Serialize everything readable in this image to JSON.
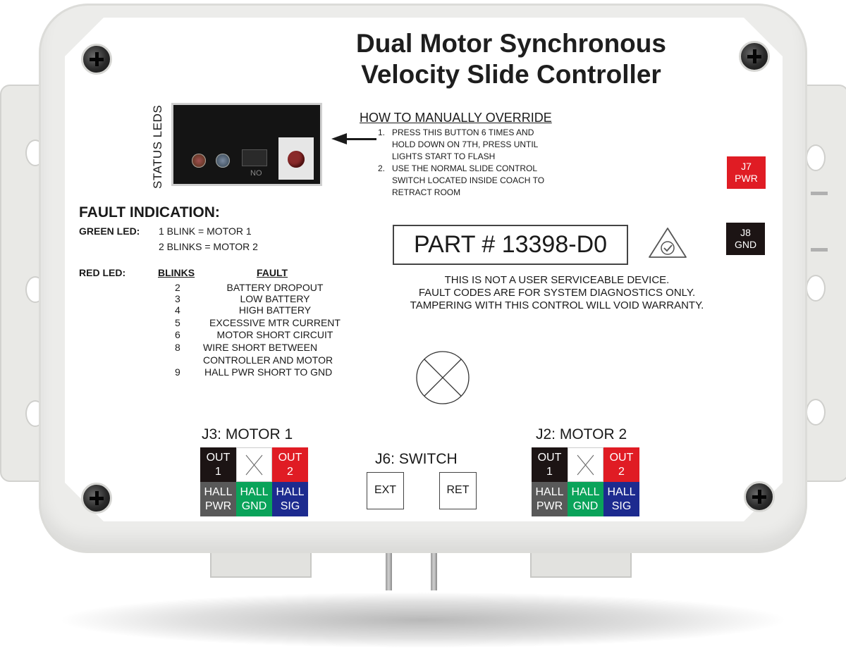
{
  "device": {
    "title_line1": "Dual Motor Synchronous",
    "title_line2": "Velocity Slide Controller",
    "status_leds_label": "STATUS LEDS",
    "board_mark": "NO"
  },
  "override": {
    "heading": "HOW TO MANUALLY OVERRIDE",
    "steps": [
      {
        "num": "1.",
        "lines": [
          "PRESS THIS BUTTON 6 TIMES AND",
          "HOLD DOWN ON 7TH, PRESS UNTIL",
          "LIGHTS START TO FLASH"
        ]
      },
      {
        "num": "2.",
        "lines": [
          "USE THE NORMAL SLIDE CONTROL",
          "SWITCH LOCATED INSIDE COACH TO",
          "RETRACT ROOM"
        ]
      }
    ]
  },
  "fault": {
    "heading": "FAULT INDICATION:",
    "green_label": "GREEN LED:",
    "green_items": [
      "1 BLINK = MOTOR 1",
      "2 BLINKS = MOTOR 2"
    ],
    "red_label": "RED LED:",
    "col_blinks": "BLINKS",
    "col_fault": "FAULT",
    "rows": [
      {
        "blinks": "2",
        "fault": "BATTERY DROPOUT"
      },
      {
        "blinks": "3",
        "fault": "LOW BATTERY"
      },
      {
        "blinks": "4",
        "fault": "HIGH BATTERY"
      },
      {
        "blinks": "5",
        "fault": "EXCESSIVE MTR CURRENT"
      },
      {
        "blinks": "6",
        "fault": "MOTOR SHORT CIRCUIT"
      },
      {
        "blinks": "8",
        "fault": "WIRE SHORT BETWEEN"
      },
      {
        "blinks": "",
        "fault": "CONTROLLER AND MOTOR"
      },
      {
        "blinks": "9",
        "fault": "HALL PWR SHORT TO GND"
      }
    ]
  },
  "part": {
    "number": "PART # 13398-D0"
  },
  "notice": {
    "lines": [
      "THIS IS NOT A USER SERVICEABLE DEVICE.",
      "FAULT CODES ARE FOR SYSTEM DIAGNOSTICS ONLY.",
      "TAMPERING WITH THIS CONTROL WILL VOID WARRANTY."
    ]
  },
  "terminals": {
    "j7": {
      "line1": "J7",
      "line2": "PWR",
      "color": "#e01c24"
    },
    "j8": {
      "line1": "J8",
      "line2": "GND",
      "color": "#1c1414"
    }
  },
  "connectors": {
    "j3": {
      "label": "J3: MOTOR 1",
      "top": [
        {
          "l1": "OUT",
          "l2": "1",
          "color": "#1c1414"
        },
        {
          "l1": "",
          "l2": "",
          "color": "#ffffff"
        },
        {
          "l1": "OUT",
          "l2": "2",
          "color": "#e01c24"
        }
      ],
      "bottom": [
        {
          "l1": "HALL",
          "l2": "PWR",
          "color": "#595959"
        },
        {
          "l1": "HALL",
          "l2": "GND",
          "color": "#0aa35a"
        },
        {
          "l1": "HALL",
          "l2": "SIG",
          "color": "#1d2b8f"
        }
      ]
    },
    "j6": {
      "label": "J6: SWITCH",
      "ext": "EXT",
      "ret": "RET"
    },
    "j2": {
      "label": "J2: MOTOR 2",
      "top": [
        {
          "l1": "OUT",
          "l2": "1",
          "color": "#1c1414"
        },
        {
          "l1": "",
          "l2": "",
          "color": "#ffffff"
        },
        {
          "l1": "OUT",
          "l2": "2",
          "color": "#e01c24"
        }
      ],
      "bottom": [
        {
          "l1": "HALL",
          "l2": "PWR",
          "color": "#595959"
        },
        {
          "l1": "HALL",
          "l2": "GND",
          "color": "#0aa35a"
        },
        {
          "l1": "HALL",
          "l2": "SIG",
          "color": "#1d2b8f"
        }
      ]
    }
  },
  "icons": {
    "compliance": "triangle-check-icon",
    "lamp": "circle-x-icon"
  }
}
